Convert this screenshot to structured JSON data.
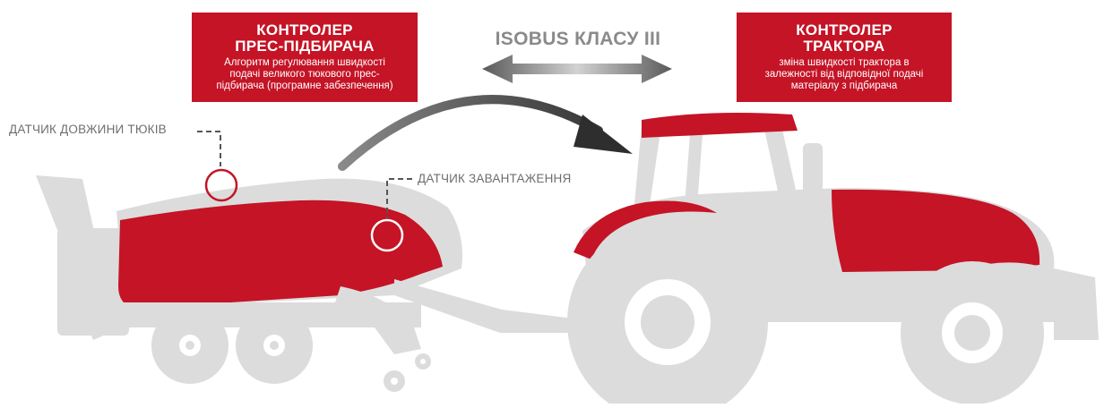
{
  "baler_controller": {
    "title_line1": "КОНТРОЛЕР",
    "title_line2": "ПРЕС-ПІДБИРАЧА",
    "desc_line1": "Алгоритм регулювання швидкості",
    "desc_line2": "подачі великого тюкового прес-",
    "desc_line3": "підбирача (програмне забезпечення)"
  },
  "tractor_controller": {
    "title_line1": "КОНТРОЛЕР",
    "title_line2": "ТРАКТОРА",
    "desc_line1": "зміна швидкості трактора в",
    "desc_line2": "залежності від відповідної подачі",
    "desc_line3": "матеріалу з підбирача"
  },
  "isobus_label": "ISOBUS КЛАСУ III",
  "sensors": {
    "bale_length": "ДАТЧИК ДОВЖИНИ ТЮКІВ",
    "load": "ДАТЧИК ЗАВАНТАЖЕННЯ"
  },
  "colors": {
    "brand_red": "#c41426",
    "machine_gray": "#dcdcdc",
    "label_gray": "#6e6e6e",
    "arrow_dark": "#3c3c3c"
  }
}
